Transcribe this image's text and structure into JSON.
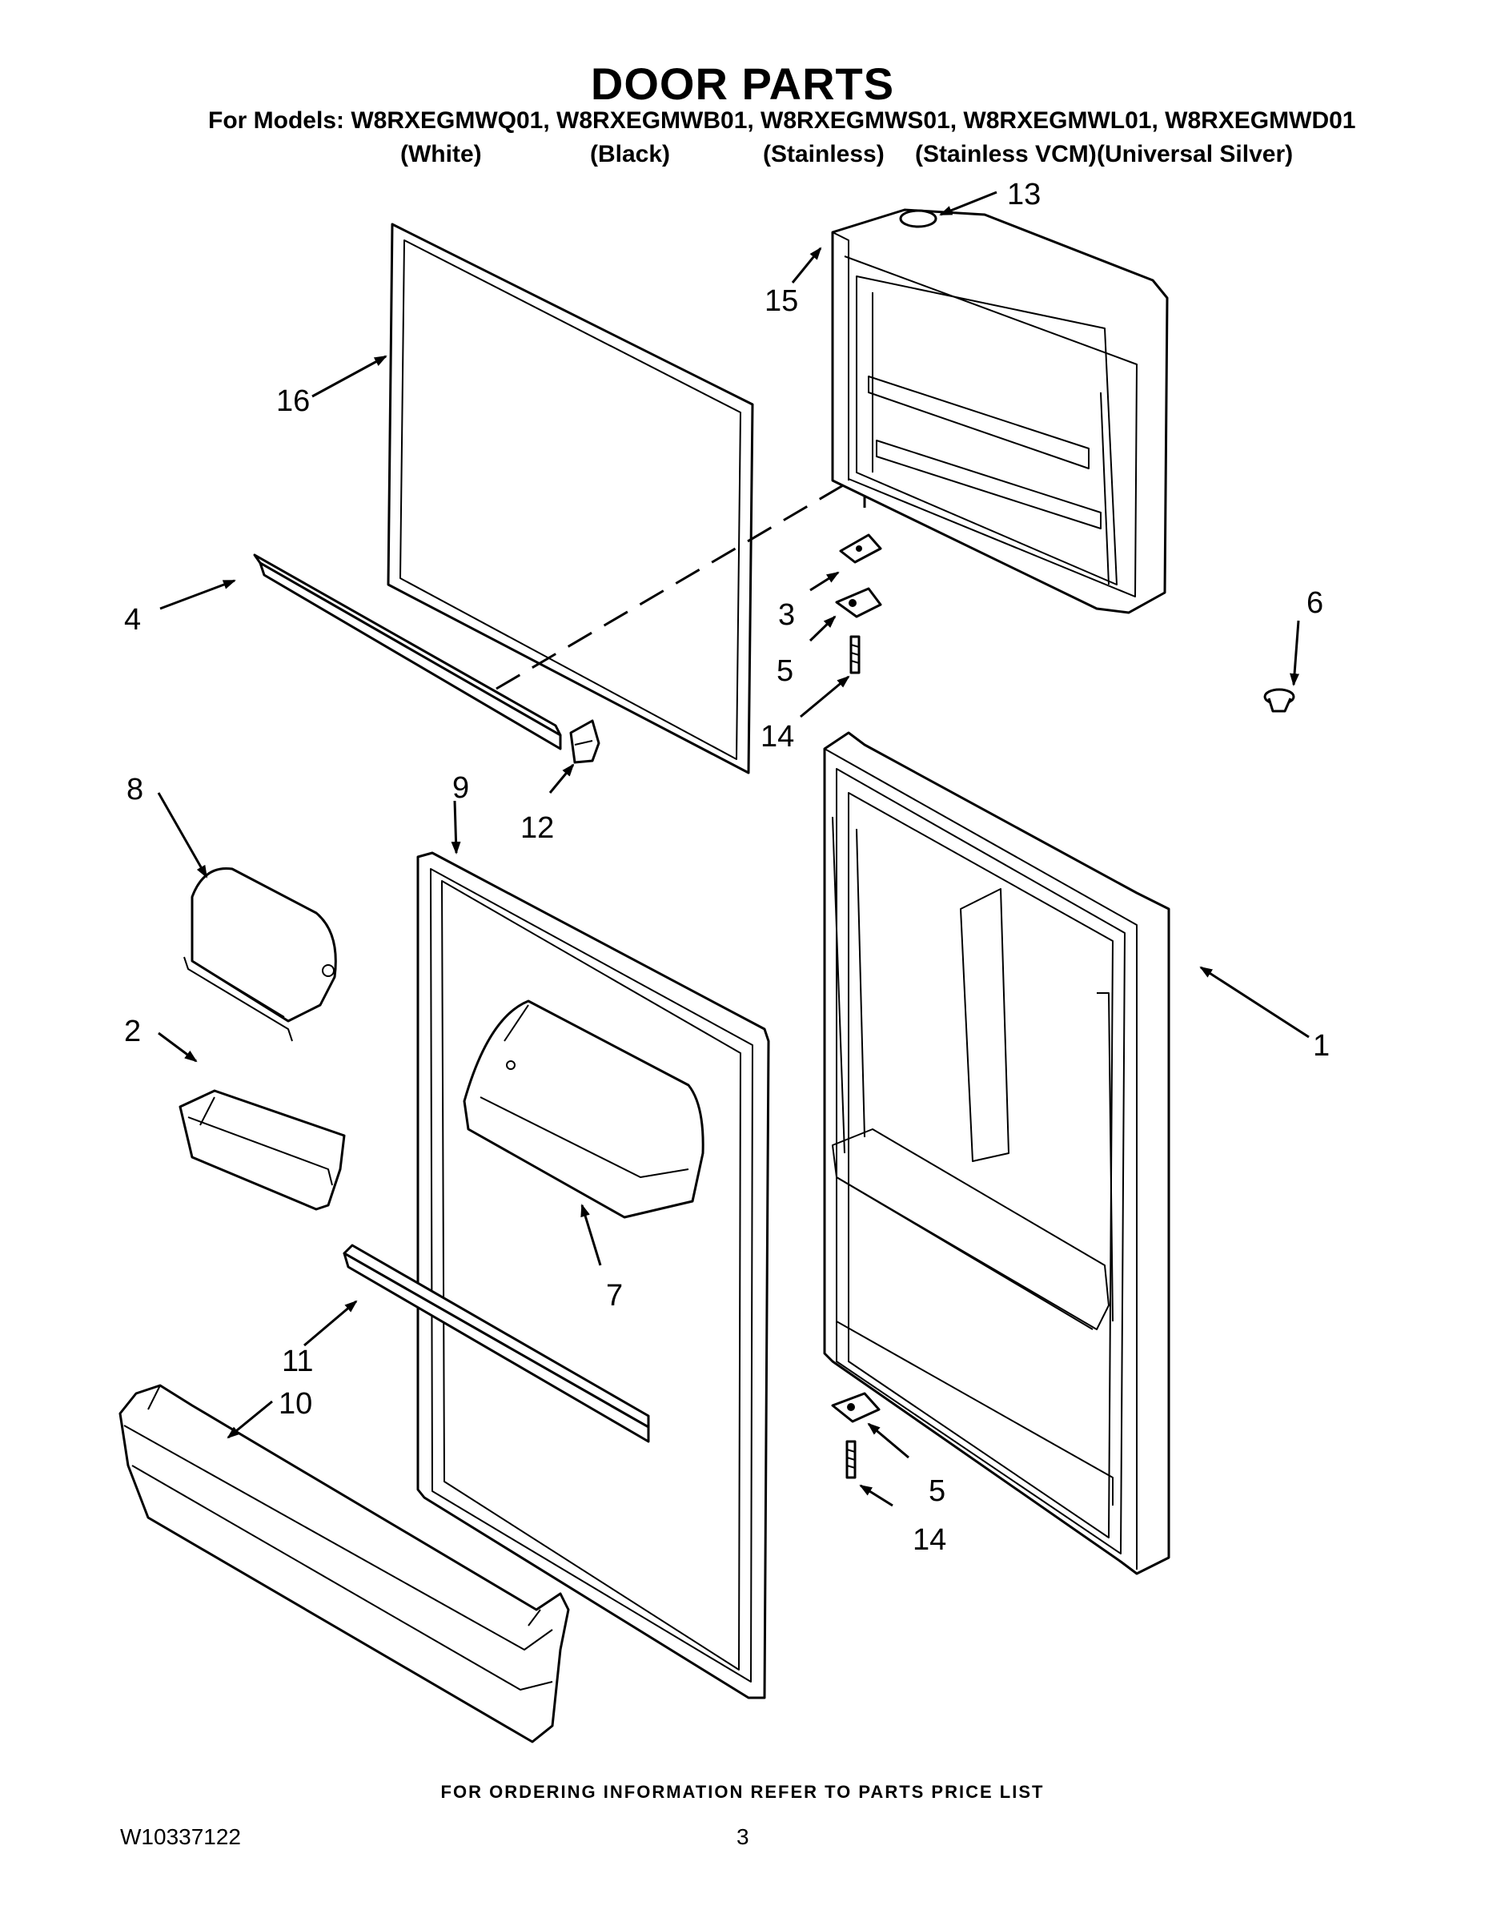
{
  "header": {
    "title": "DOOR PARTS",
    "models_line": "For Models: W8RXEGMWQ01, W8RXEGMWB01, W8RXEGMWS01, W8RXEGMWL01, W8RXEGMWD01",
    "variants": [
      "(White)",
      "(Black)",
      "(Stainless)",
      "(Stainless VCM)",
      "(Universal Silver)"
    ]
  },
  "callouts": [
    "1",
    "2",
    "3",
    "4",
    "5",
    "5",
    "6",
    "7",
    "8",
    "9",
    "10",
    "11",
    "12",
    "13",
    "14",
    "14",
    "15",
    "16"
  ],
  "footer": {
    "note": "FOR ORDERING INFORMATION REFER TO PARTS PRICE LIST",
    "document_number": "W10337122",
    "page_number": "3"
  }
}
